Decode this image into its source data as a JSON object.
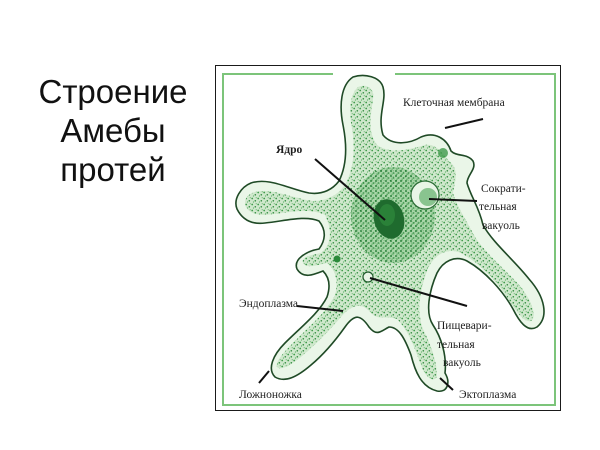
{
  "title": {
    "lines": [
      "Строение",
      "Амебы",
      "протей"
    ]
  },
  "figure": {
    "description": "Amoeba proteus structure diagram",
    "colors": {
      "outer_frame": "#1a1a1a",
      "inner_frame": "#7cc47a",
      "cell_fill": "#d6ecd4",
      "cell_stipple": "#3e9a4a",
      "membrane": "#1f4a26",
      "nucleus": "#1f6b2e",
      "leader_line": "#111111"
    },
    "labels": {
      "membrane": "Клеточная мембрана",
      "nucleus": "Ядро",
      "contractile_vacuole_1": "Сократи-",
      "contractile_vacuole_2": "тельная",
      "contractile_vacuole_3": "вакуоль",
      "endoplasm": "Эндоплазма",
      "digestive_vacuole_1": "Пищевари-",
      "digestive_vacuole_2": "тельная",
      "digestive_vacuole_3": "вакуоль",
      "pseudopod": "Ложноножка",
      "ectoplasm": "Эктоплазма"
    }
  }
}
